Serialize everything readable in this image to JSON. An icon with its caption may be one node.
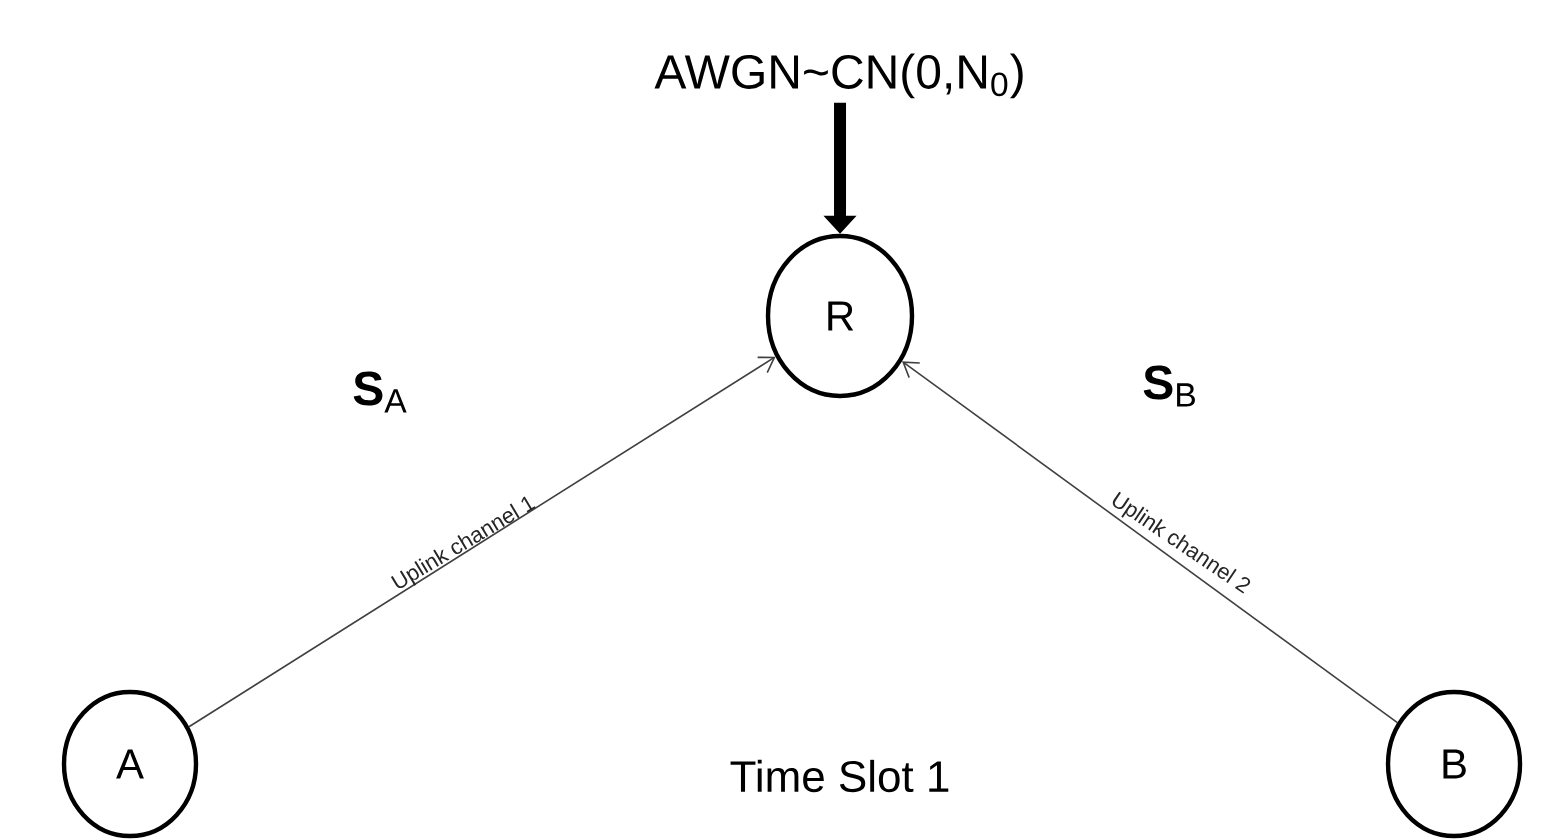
{
  "diagram": {
    "caption": "Time Slot 1",
    "nodes": [
      {
        "text": [
          "R"
        ]
      },
      {
        "text": [
          "A"
        ]
      },
      {
        "text": [
          "B"
        ]
      },
      {
        "text": [
          "AWGN~CN(0,N$_{0}$)"
        ]
      }
    ],
    "edges": [
      {
        "from": 1,
        "to": 0,
        "arrow": "to",
        "label": "Uplink channel 1"
      },
      {
        "from": 2,
        "to": 0,
        "arrow": "to",
        "label": "Uplink channel 2"
      },
      {
        "from": 3,
        "to": 0,
        "arrow": "to",
        "style": "thick"
      }
    ],
    "labels": [
      "**S**$_{A}$",
      "**S**$_{B}$"
    ]
  }
}
